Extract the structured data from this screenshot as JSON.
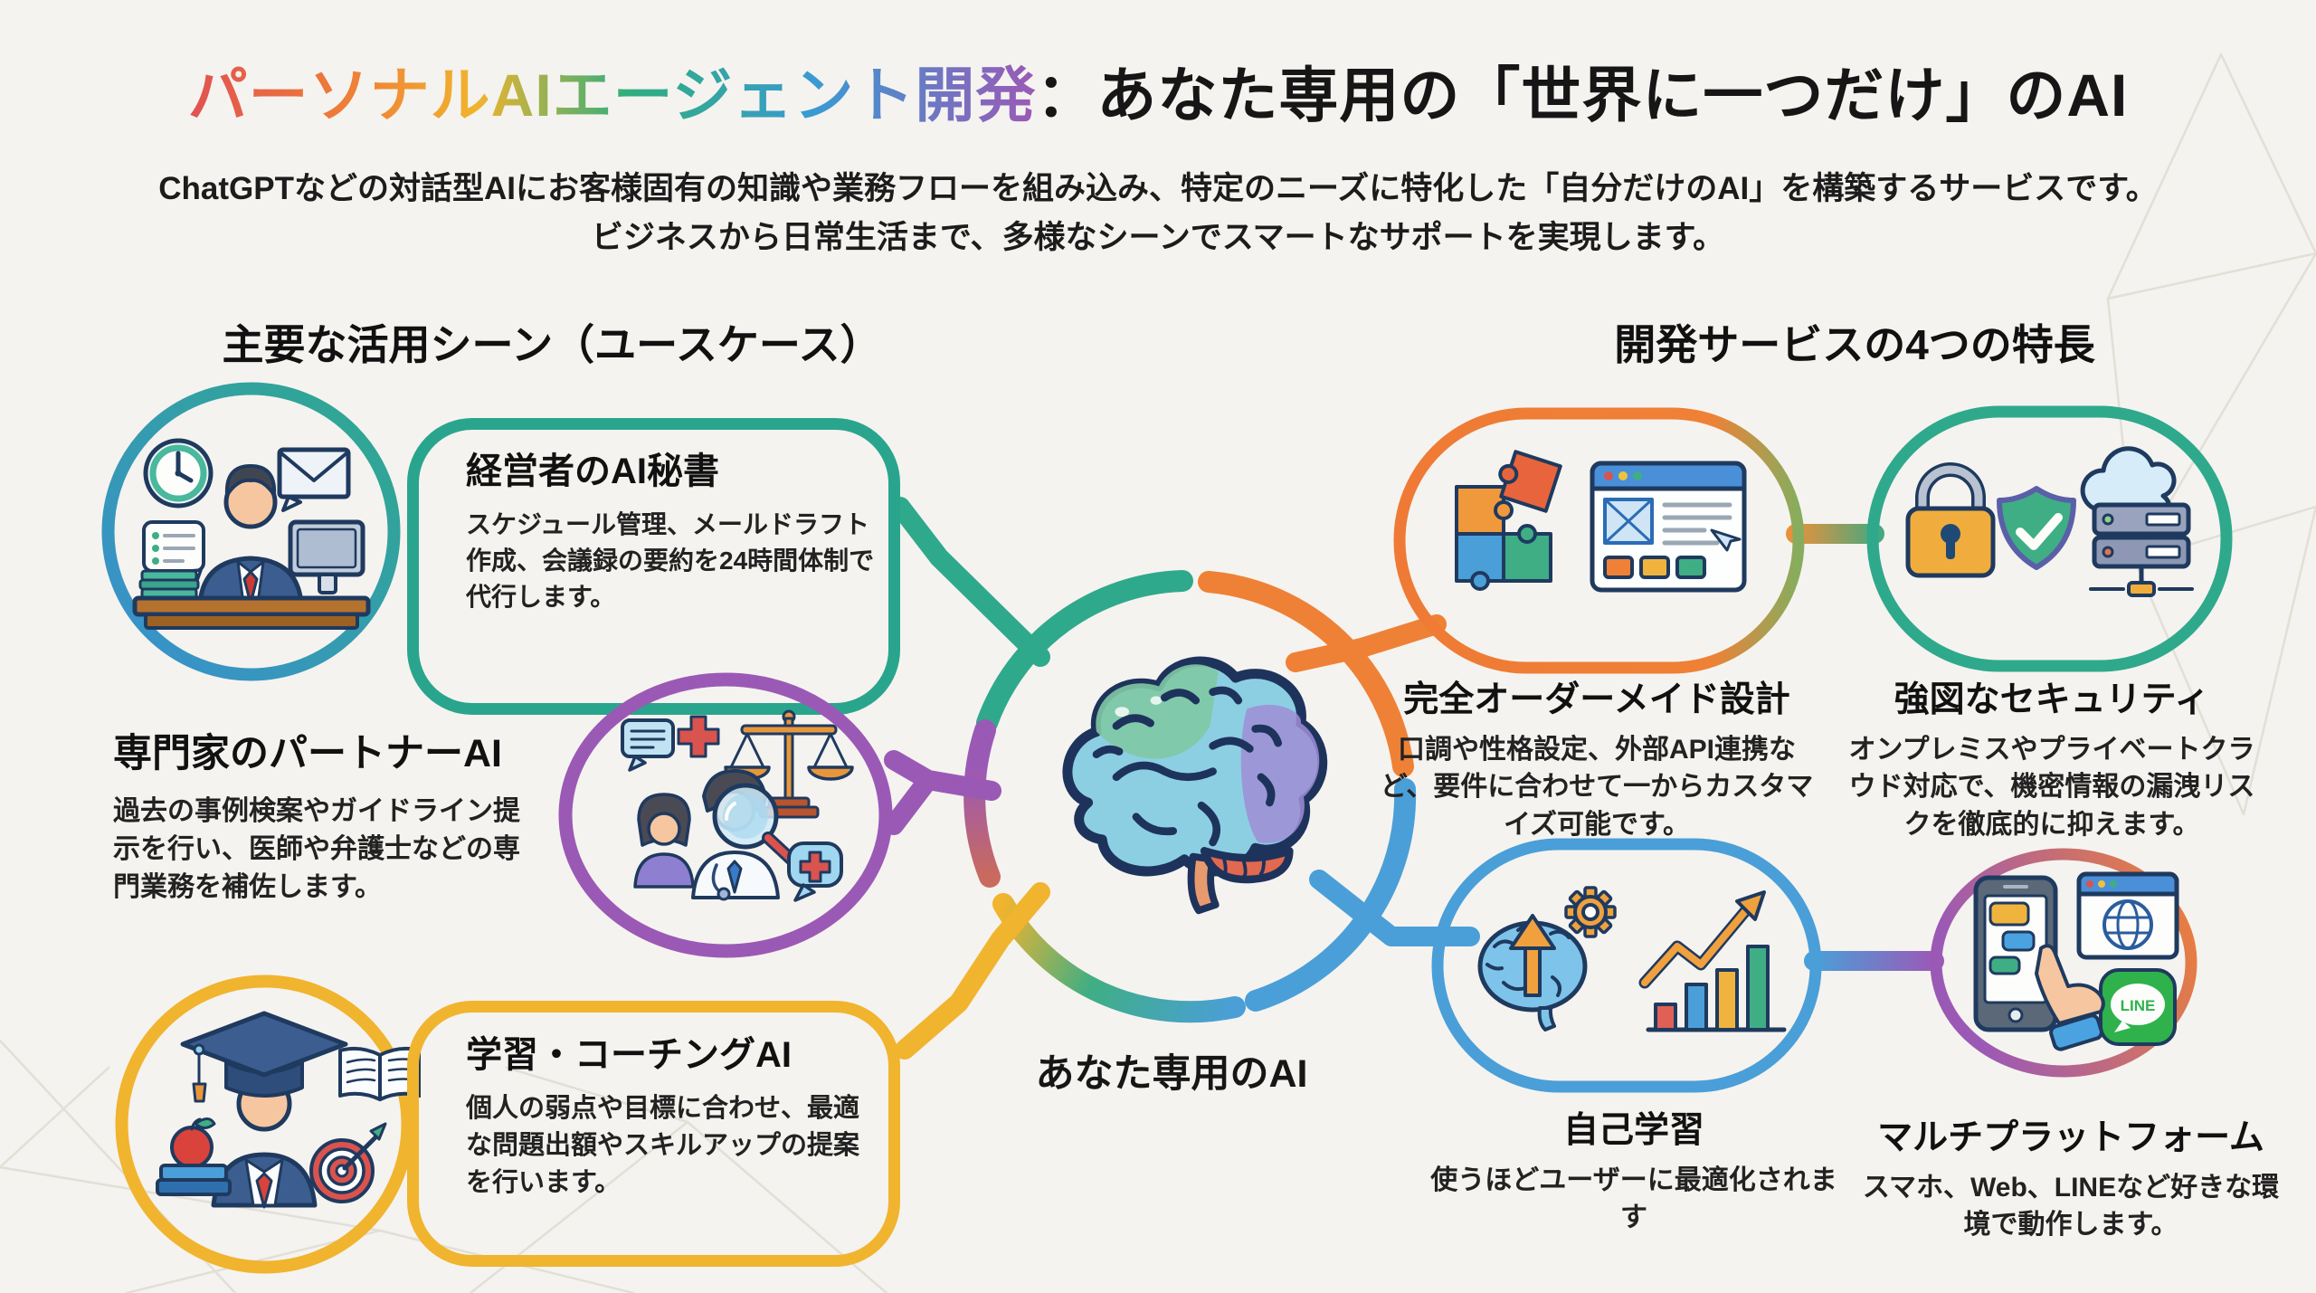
{
  "header": {
    "title_gradient": "パーソナルAIエージェント開発",
    "title_rest": "：あなた専用の「世界に一つだけ」のAI",
    "subtitle": "ChatGPTなどの対話型AIにお客様固有の知識や業務フローを組み込み、特定のニーズに特化した「自分だけのAI」を構築するサービスです。ビジネスから日常生活まで、多様なシーンでスマートなサポートを実現します。"
  },
  "use_cases": {
    "heading": "主要な活用シーン（ユースケース）",
    "items": [
      {
        "title": "経営者のAI秘書",
        "description": "スケジュール管理、メールドラフト作成、会議録の要約を24時間体制で代行します。",
        "color": "#2aa58d",
        "icon": "executive-desk-icon"
      },
      {
        "title": "専門家のパートナーAI",
        "description": "過去の事例検案やガイドライン提示を行い、医師や弁護士などの専門業務を補佐します。",
        "color": "#9b59b6",
        "icon": "doctor-lawyer-icon"
      },
      {
        "title": "学習・コーチングAI",
        "description": "個人の弱点や目標に合わせ、最適な問題出額やスキルアップの提案を行います。",
        "color": "#f0b42e",
        "icon": "graduate-icon"
      }
    ]
  },
  "center": {
    "label": "あなた専用のAI",
    "icon": "brain-icon"
  },
  "features": {
    "heading": "開発サービスの4つの特長",
    "items": [
      {
        "title": "完全オーダーメイド設計",
        "description": "口調や性格設定、外部API連携など、要件に合わせて一からカスタマイズ可能です。",
        "color": "#ef8136",
        "icon": "puzzle-browser-icon"
      },
      {
        "title": "強図なセキュリティ",
        "description": "オンプレミスやプライベートクラウド対応で、機密情報の漏洩リスクを徹底的に抑えます。",
        "color": "#2aa58d",
        "icon": "lock-shield-server-icon"
      },
      {
        "title": "自己学習",
        "description": "使うほどユーザーに最適化されます",
        "color": "#4a9fd8",
        "icon": "brain-growth-chart-icon"
      },
      {
        "title": "マルチプラットフォーム",
        "description": "スマホ、Web、LINEなど好きな環境で動作します。",
        "color": "#9b59b6",
        "icon": "devices-line-icon",
        "line_badge": "LINE"
      }
    ]
  }
}
